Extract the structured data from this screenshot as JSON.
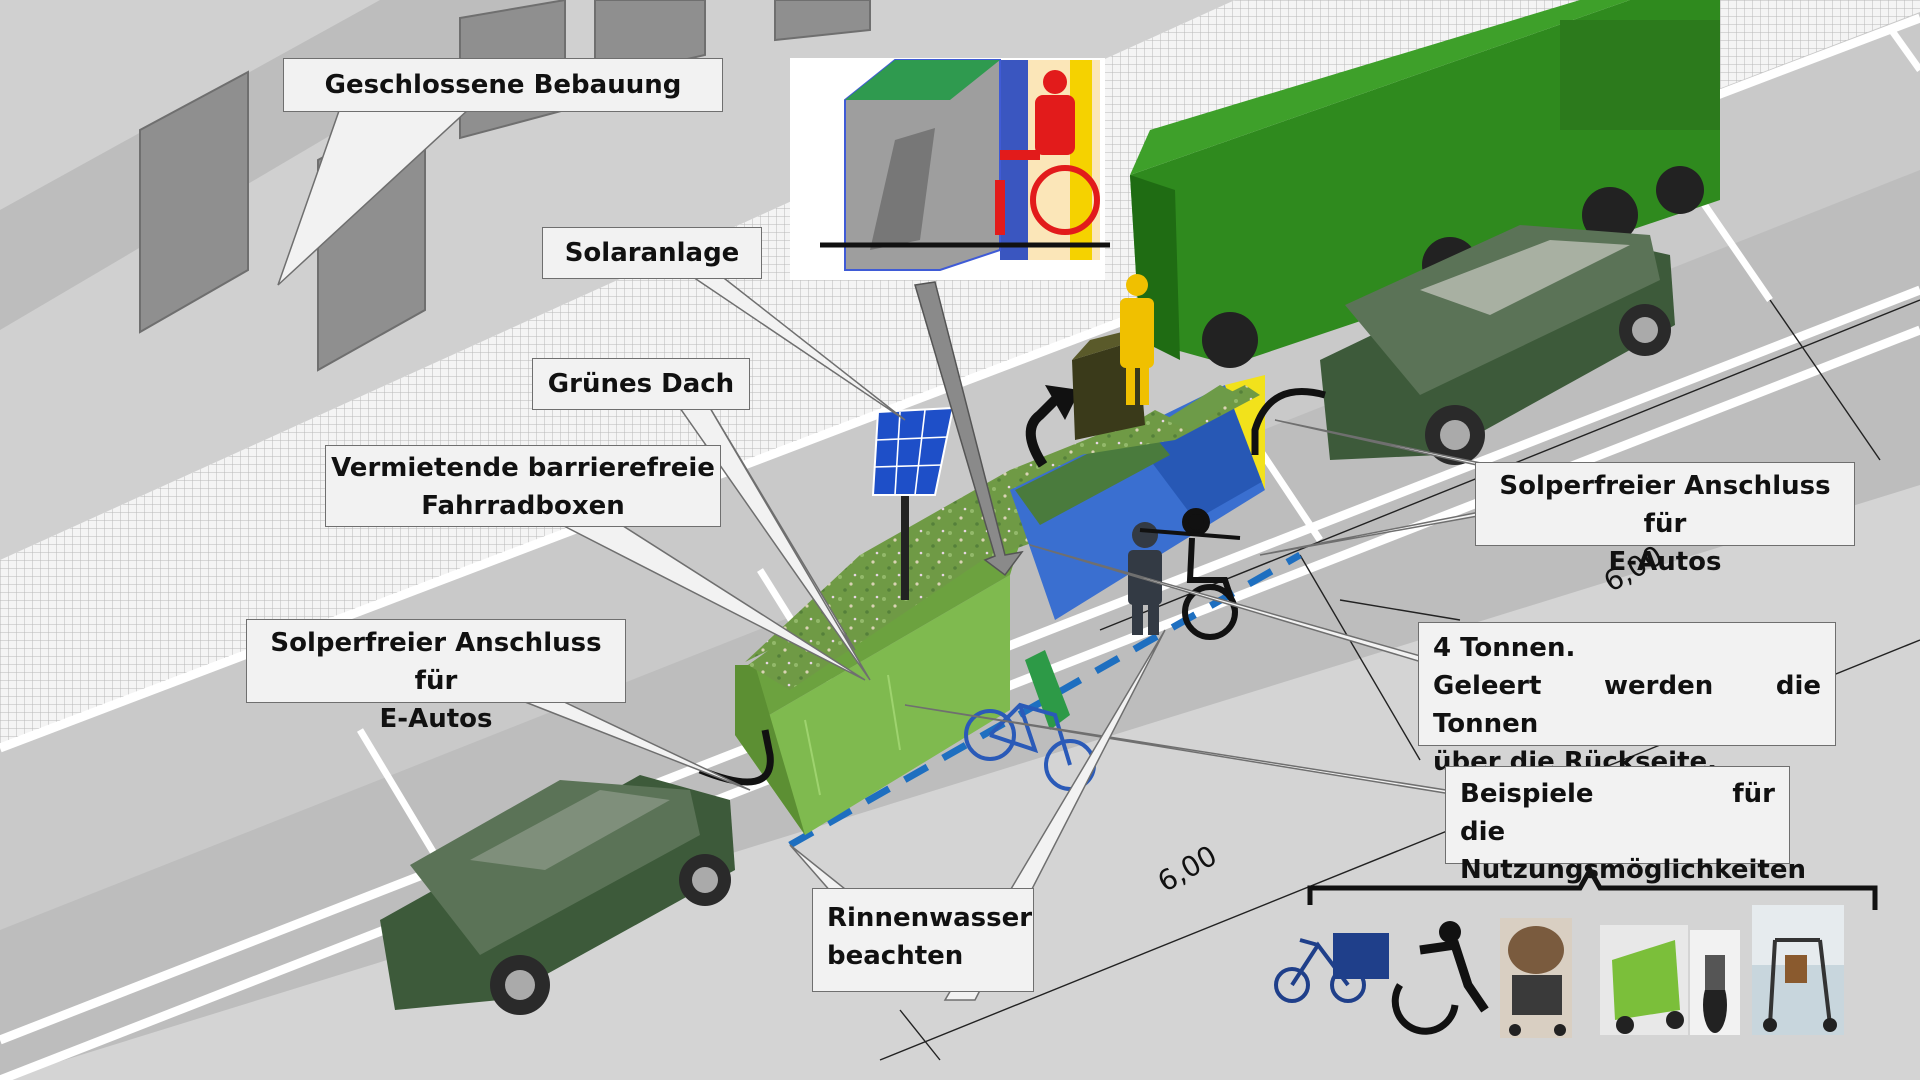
{
  "callouts": {
    "geschlossene_bebauung": "Geschlossene Bebauung",
    "solaranlage": "Solaranlage",
    "gruenes_dach": "Grünes Dach",
    "fahrradboxen_line1": "Vermietende barrierefreie",
    "fahrradboxen_line2": "Fahrradboxen",
    "anschluss_left_line1": "Solperfreier Anschluss für",
    "anschluss_left_line2": "E-Autos",
    "anschluss_right_line1": "Solperfreier Anschluss für",
    "anschluss_right_line2": "E-Autos",
    "tonnen_line1": "4 Tonnen.",
    "tonnen_line2": "Geleert werden die Tonnen",
    "tonnen_line3": "über die Rückseite.",
    "beispiele_line1": "Beispiele für die",
    "beispiele_line2": "Nutzungsmöglichkeiten",
    "rinnenwasser_line1": "Rinnenwasser",
    "rinnenwasser_line2": "beachten"
  },
  "dimensions": {
    "width_upper": "6,00",
    "width_lower": "6,00"
  },
  "icons": [
    "cargo-bike-icon",
    "wheelchair-icon",
    "stroller-icon",
    "bike-trailer-icon",
    "motorbike-icon",
    "rollator-icon"
  ],
  "colors": {
    "green_roof": "#6fa743",
    "truck_green": "#2f8a1e",
    "car_green": "#3d5a3a",
    "rain_gutter_dash": "#1e6fc0",
    "street": "#c4c4c4",
    "sidewalk_grid": "#e6e6e6",
    "solar_panel": "#1e4fc8",
    "bin_blue": "#3a6fd0",
    "bin_yellow": "#f2e21b",
    "wheelchair_red": "#e21b1b"
  }
}
